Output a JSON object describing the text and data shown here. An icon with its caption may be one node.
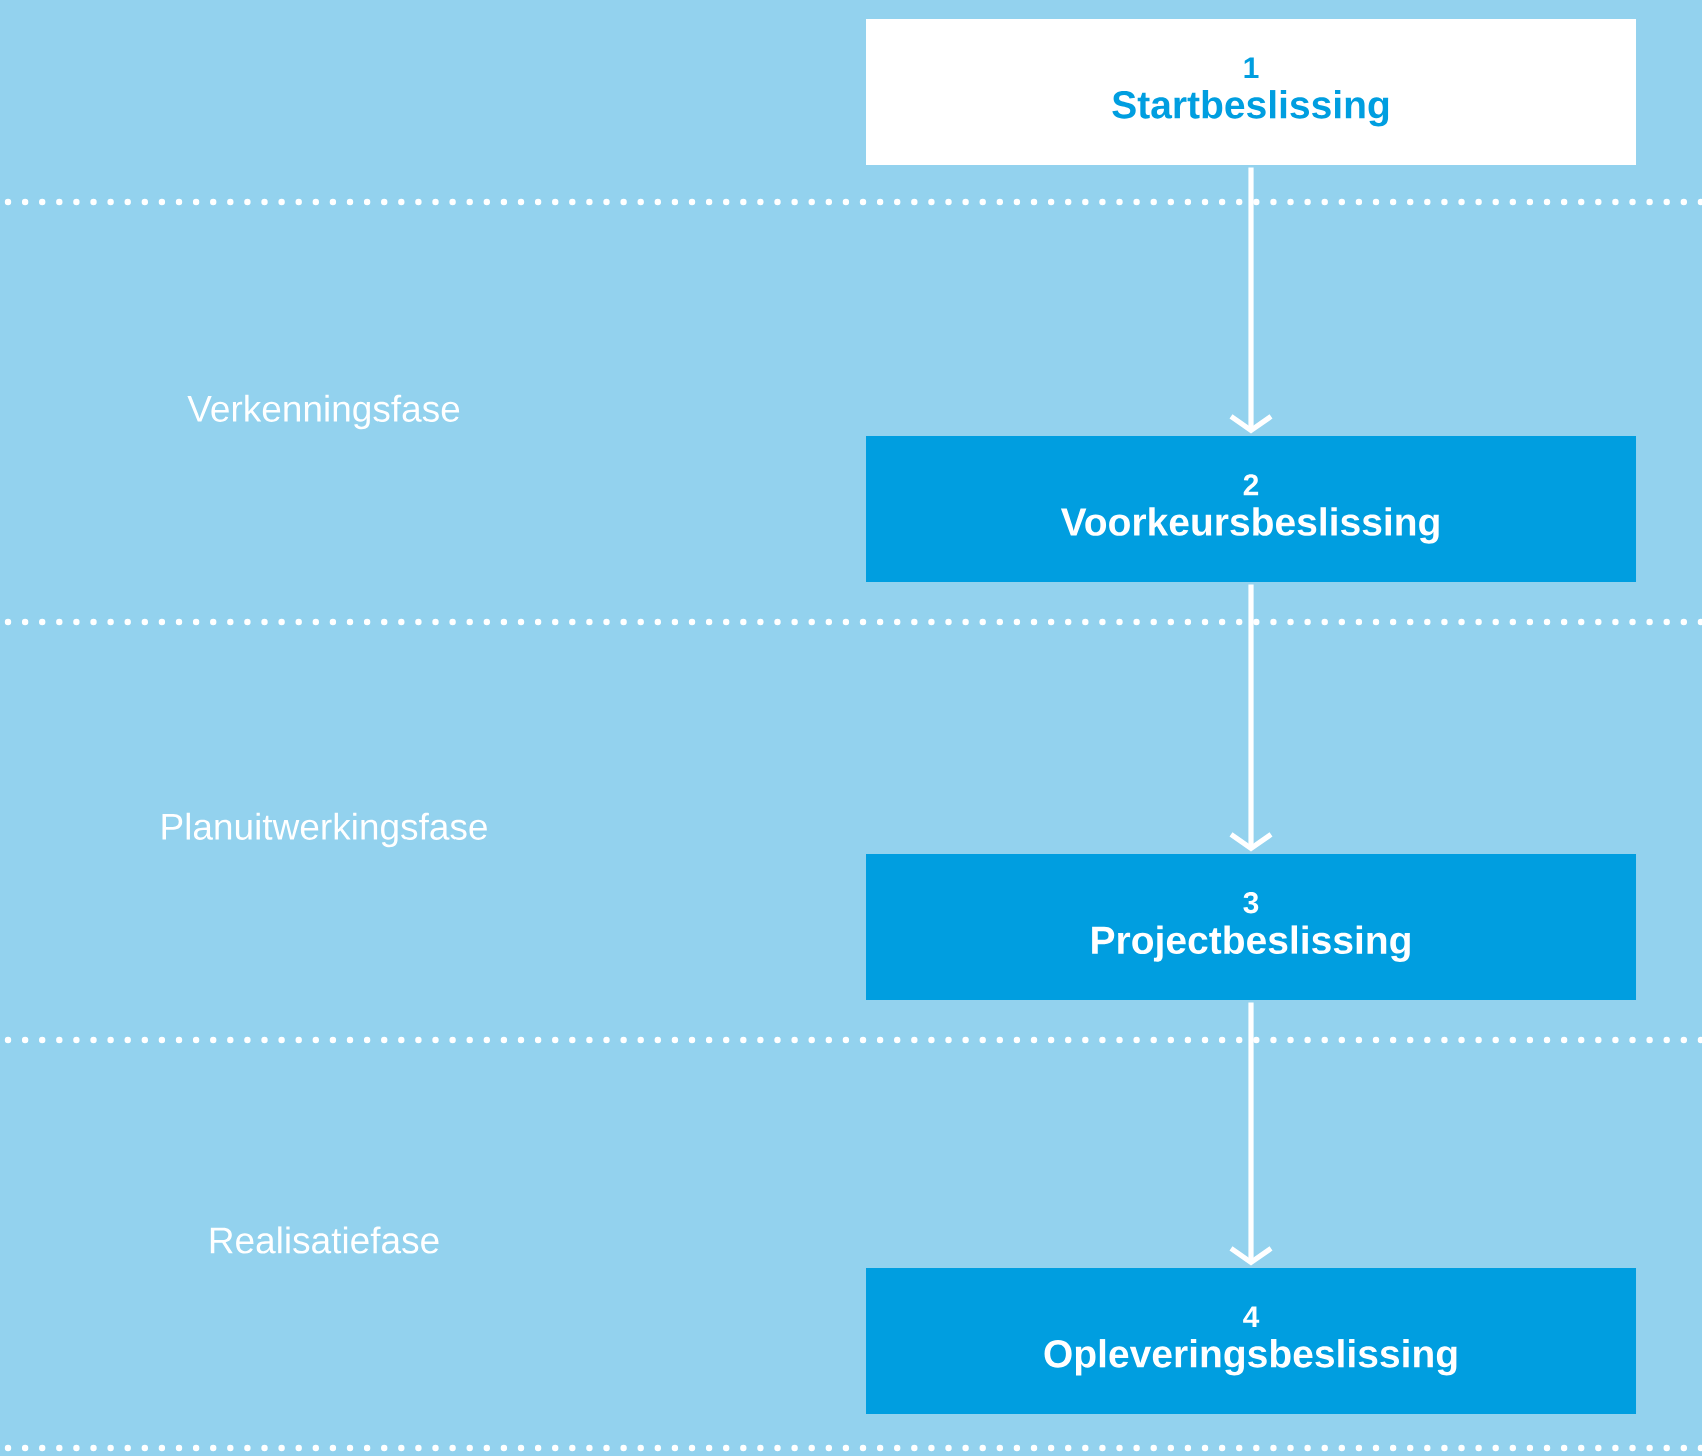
{
  "diagram": {
    "nodes": [
      {
        "text": [
          "1",
          "Startbeslissing"
        ]
      },
      {
        "text": [
          "2",
          "Voorkeursbeslissing"
        ]
      },
      {
        "text": [
          "3",
          "Projectbeslissing"
        ]
      },
      {
        "text": [
          "4",
          "Opleveringsbeslissing"
        ]
      }
    ],
    "edges": [
      {
        "from": 0,
        "to": 1,
        "arrow": "to"
      },
      {
        "from": 1,
        "to": 2,
        "arrow": "to"
      },
      {
        "from": 2,
        "to": 3,
        "arrow": "to"
      }
    ],
    "labels": [
      "Verkenningsfase",
      "Planuitwerkingsfase",
      "Realisatiefase"
    ]
  }
}
